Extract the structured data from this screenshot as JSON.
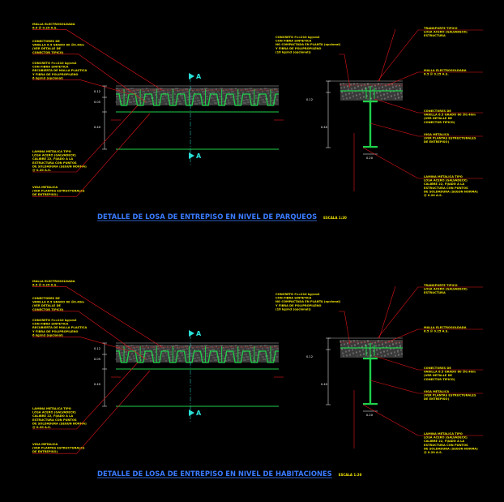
{
  "colors": {
    "background": "#000000",
    "label": "#f2e600",
    "leader": "#e3161b",
    "steel": "#1fd14a",
    "title": "#3a7bff",
    "section": "#29e0d8",
    "dim": "#ffffff"
  },
  "details": [
    {
      "title": "DETALLE DE LOSA DE ENTREPISO EN NIVEL DE PARQUEOS",
      "scale": "ESCALA 1:20",
      "section_mark": "A",
      "left_labels": [
        [
          "MALLA ELECTROSOLDADA",
          "6.5 @ 0.25 A.S."
        ],
        [
          "CONECTORES DE",
          "VARILLA 6.5 GRADO 60 @0.40m",
          "(VER DETALLE DE",
          "CONECTOR TIPICO)"
        ],
        [
          "CONCRETO f'c=210 kg/cm2",
          "CON FIBRA SINTETICA",
          "RECUBIERTA DE MALLA PLASTICA",
          "Y FIBRA DE POLIPROPILENO",
          "6 kg/m3 (opcional)"
        ],
        [
          "LAMINA METALICA TIPO",
          "LOSA ACERO (GALVADECK)",
          "CALIBRE 22, FIJADO A LA",
          "ESTRUCTURA CON PUNTOS",
          "DE SOLDADURA (SEGUN NORMA)",
          "@ 0.20 A.S."
        ],
        [
          "VIGA METALICA",
          "(VER PLANTAS ESTRUCTURALES",
          "DE ENTREPISO)"
        ]
      ],
      "center_labels": [
        "CONCRETO f'c=210 kg/cm2",
        "CON FIBRA SINTETICA",
        "NO COMPACTADA EN PLANTA (opcional)",
        "Y FIBRA DE POLIPROPILENO",
        "(16 kg/m3 (opcional))"
      ],
      "right_labels": [
        [
          "TRANSPORTE TIPICO",
          "LOSA ACERO (GALVADECK)",
          "ESTRUCTURA"
        ],
        [
          "MALLA ELECTROSOLDADA",
          "6.5 @ 0.25 A.S."
        ],
        [
          "CONECTORES DE",
          "VARILLA 6.5 GRADO 60 @0.40m",
          "(VER DETALLE DE",
          "CONECTOR TIPICO)"
        ],
        [
          "VIGA METALICA",
          "(VER PLANTAS ESTRUCTURALES",
          "DE ENTREPISO)"
        ],
        [
          "LAMINA METALICA TIPO",
          "LOSA ACERO (GALVADECK)",
          "CALIBRE 22, FIJADO A LA",
          "ESTRUCTURA CON PUNTOS",
          "DE SOLDADURA (SEGUN NORMA)",
          "@ 0.20 A.S."
        ]
      ],
      "dims_left": [
        "0.12",
        "0.05",
        "0.40"
      ],
      "dims_right": [
        "0.12",
        "0.40",
        "0.20"
      ]
    },
    {
      "title": "DETALLE DE LOSA DE ENTREPISO EN NIVEL DE HABITACIONES",
      "scale": "ESCALA 1:20",
      "section_mark": "A",
      "left_labels": [
        [
          "MALLA ELECTROSOLDADA",
          "6.5 @ 0.25 A.S."
        ],
        [
          "CONECTORES DE",
          "VARILLA 6.5 GRADO 60 @0.40m",
          "(VER DETALLE DE",
          "CONECTOR TIPICO)"
        ],
        [
          "CONCRETO f'c=210 kg/cm2",
          "CON FIBRA SINTETICA",
          "RECUBIERTA DE MALLA PLASTICA",
          "Y FIBRA DE POLIPROPILENO",
          "6 kg/m3 (opcional)"
        ],
        [
          "LAMINA METALICA TIPO",
          "LOSA ACERO (GALVADECK)",
          "CALIBRE 22, FIJADO A LA",
          "ESTRUCTURA CON PUNTOS",
          "DE SOLDADURA (SEGUN NORMA)",
          "@ 0.20 A.S."
        ],
        [
          "VIGA METALICA",
          "(VER PLANTAS ESTRUCTURALES",
          "DE ENTREPISO)"
        ]
      ],
      "center_labels": [
        "CONCRETO f'c=210 kg/cm2",
        "CON FIBRA SINTETICA",
        "NO COMPACTADA EN PLANTA (opcional)",
        "Y FIBRA DE POLIPROPILENO",
        "(16 kg/m3 (opcional))"
      ],
      "right_labels": [
        [
          "TRANSPORTE TIPICO",
          "LOSA ACERO (GALVADECK)",
          "ESTRUCTURA"
        ],
        [
          "MALLA ELECTROSOLDADA",
          "6.5 @ 0.25 A.S."
        ],
        [
          "CONECTORES DE",
          "VARILLA 6.5 GRADO 60 @0.40m",
          "(VER DETALLE DE",
          "CONECTOR TIPICO)"
        ],
        [
          "VIGA METALICA",
          "(VER PLANTAS ESTRUCTURALES",
          "DE ENTREPISO)"
        ],
        [
          "LAMINA METALICA TIPO",
          "LOSA ACERO (GALVADECK)",
          "CALIBRE 22, FIJADO A LA",
          "ESTRUCTURA CON PUNTOS",
          "DE SOLDADURA (SEGUN NORMA)",
          "@ 0.20 A.S."
        ]
      ],
      "dims_left": [
        "0.12",
        "0.05",
        "0.40"
      ],
      "dims_right": [
        "0.12",
        "0.40",
        "0.20"
      ]
    }
  ]
}
